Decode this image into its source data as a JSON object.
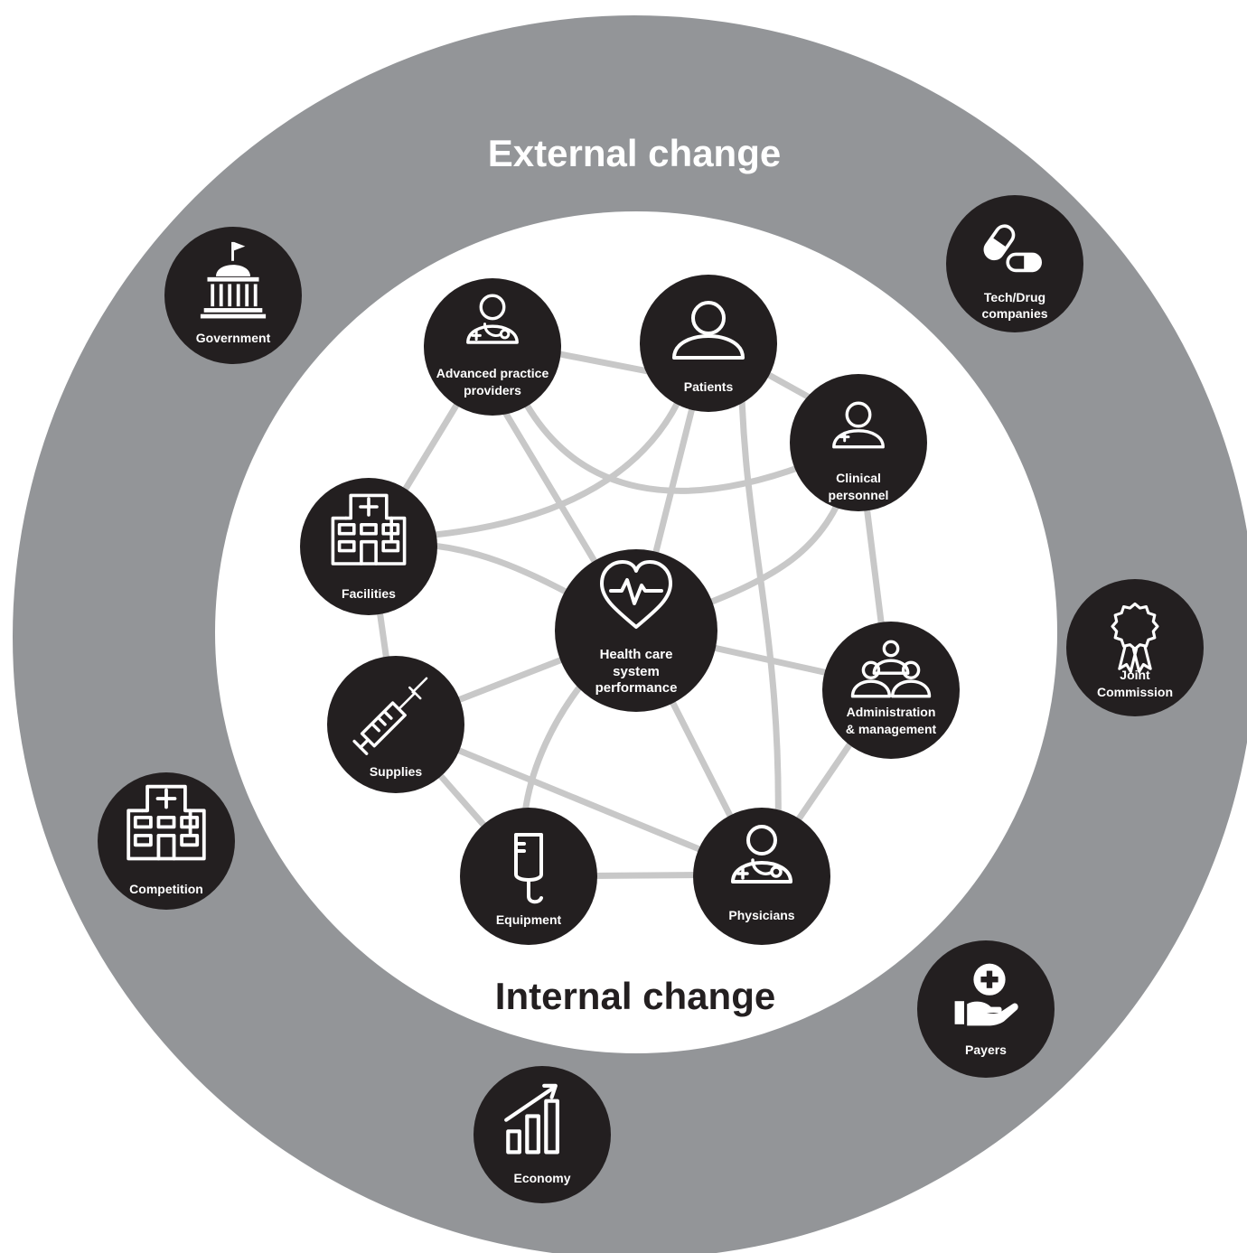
{
  "titles": {
    "external": "External change",
    "internal": "Internal change"
  },
  "colors": {
    "outer_ring": "#939598",
    "inner_field": "#ffffff",
    "node": "#231f20",
    "connector": "#c8c8c8",
    "label": "#ffffff",
    "heading_external": "#ffffff",
    "heading_internal": "#231f20"
  },
  "center_node": {
    "icon": "heart-pulse-icon",
    "label": [
      "Health care",
      "system",
      "performance"
    ]
  },
  "internal_nodes": [
    {
      "id": "advanced-practice-providers",
      "icon": "doctor-stethoscope-icon",
      "label": [
        "Advanced practice",
        "providers"
      ]
    },
    {
      "id": "patients",
      "icon": "person-icon",
      "label": [
        "Patients"
      ]
    },
    {
      "id": "clinical-personnel",
      "icon": "nurse-icon",
      "label": [
        "Clinical",
        "personnel"
      ]
    },
    {
      "id": "administration-management",
      "icon": "team-icon",
      "label": [
        "Administration",
        "& management"
      ]
    },
    {
      "id": "physicians",
      "icon": "doctor-stethoscope-icon",
      "label": [
        "Physicians"
      ]
    },
    {
      "id": "equipment",
      "icon": "iv-bag-icon",
      "label": [
        "Equipment"
      ]
    },
    {
      "id": "supplies",
      "icon": "syringe-icon",
      "label": [
        "Supplies"
      ]
    },
    {
      "id": "facilities",
      "icon": "hospital-building-icon",
      "label": [
        "Facilities"
      ]
    }
  ],
  "external_nodes": [
    {
      "id": "government",
      "icon": "capitol-building-icon",
      "label": [
        "Government"
      ]
    },
    {
      "id": "tech-drug-companies",
      "icon": "pill-capsule-icon",
      "label": [
        "Tech/Drug",
        "companies"
      ]
    },
    {
      "id": "joint-commission",
      "icon": "award-ribbon-icon",
      "label": [
        "Joint",
        "Commission"
      ]
    },
    {
      "id": "payers",
      "icon": "hand-plus-icon",
      "label": [
        "Payers"
      ]
    },
    {
      "id": "economy",
      "icon": "growth-chart-icon",
      "label": [
        "Economy"
      ]
    },
    {
      "id": "competition",
      "icon": "hospital-building-icon",
      "label": [
        "Competition"
      ]
    }
  ]
}
